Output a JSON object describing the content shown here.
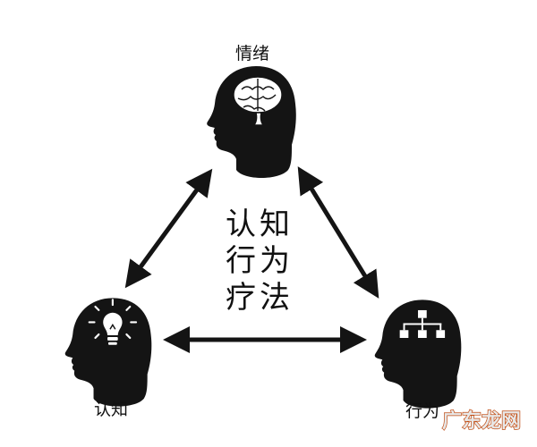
{
  "nodes": {
    "emotion": {
      "label": "情绪",
      "icon": "brain-icon"
    },
    "cognition": {
      "label": "认知",
      "icon": "lightbulb-icon"
    },
    "behavior": {
      "label": "行为",
      "icon": "flowchart-icon"
    }
  },
  "center_title": [
    "认知",
    "行为",
    "疗法"
  ],
  "watermark": "广东龙网",
  "colors": {
    "head": "#141414",
    "arrow": "#141414",
    "icon": "#ffffff",
    "watermark_fill": "#e8e8e8",
    "watermark_stroke": "#c04a10"
  }
}
